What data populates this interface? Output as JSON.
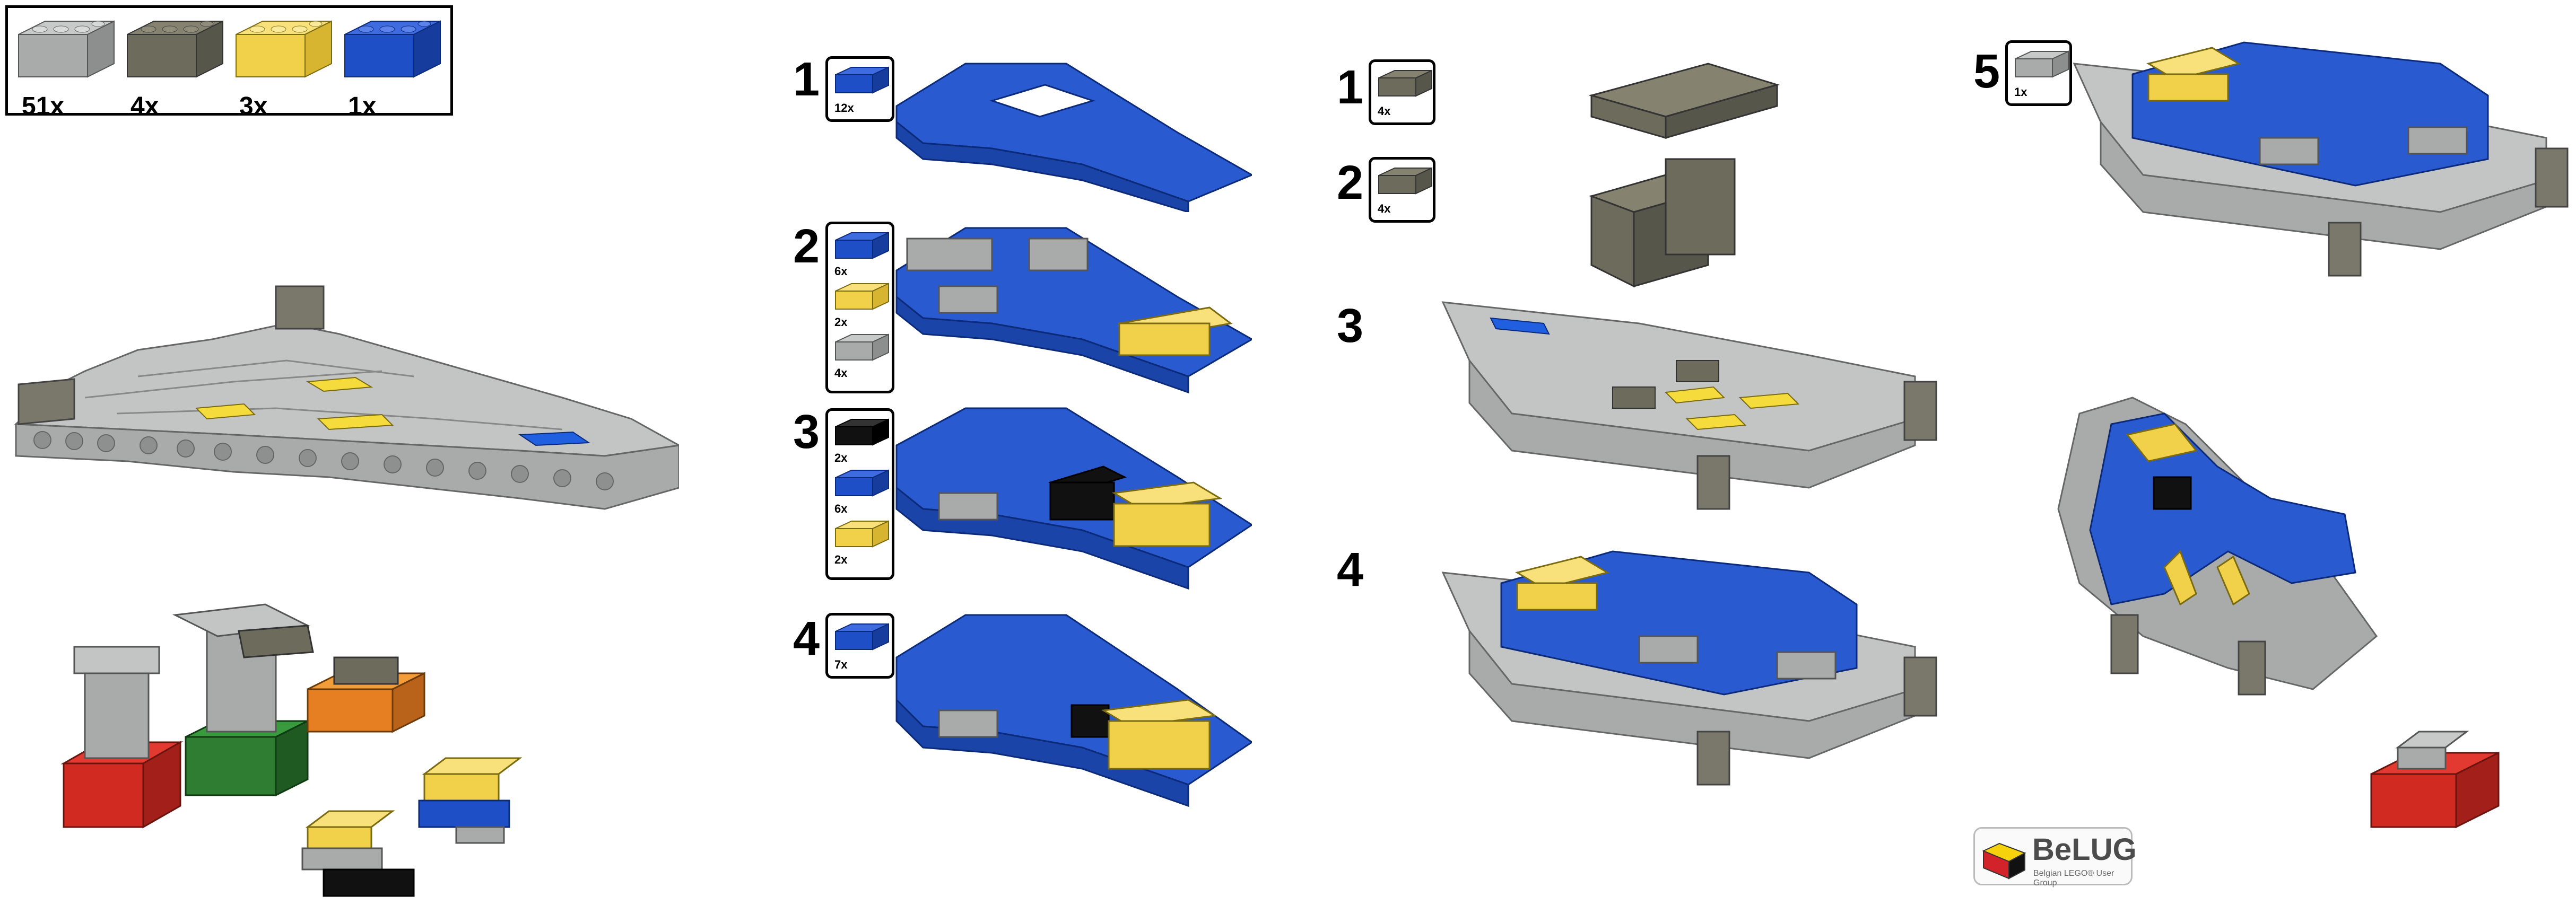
{
  "inventory": {
    "items": [
      {
        "count": "51x",
        "color": "#a9abab",
        "name": "light-gray-brick"
      },
      {
        "count": "4x",
        "color": "#6d6b5c",
        "name": "dark-gray-brick"
      },
      {
        "count": "3x",
        "color": "#f1d14a",
        "name": "yellow-brick"
      },
      {
        "count": "1x",
        "color": "#1f4fc7",
        "name": "blue-brick"
      }
    ]
  },
  "column_a": {
    "steps": [
      {
        "number": "1",
        "parts": [
          {
            "qty": "12x",
            "color": "#1f4fc7"
          }
        ]
      },
      {
        "number": "2",
        "parts": [
          {
            "qty": "6x",
            "color": "#1f4fc7"
          },
          {
            "qty": "2x",
            "color": "#f1d14a"
          },
          {
            "qty": "4x",
            "color": "#a9abab"
          }
        ]
      },
      {
        "number": "3",
        "parts": [
          {
            "qty": "2x",
            "color": "#111111"
          },
          {
            "qty": "6x",
            "color": "#1f4fc7"
          },
          {
            "qty": "2x",
            "color": "#f1d14a"
          }
        ]
      },
      {
        "number": "4",
        "parts": [
          {
            "qty": "7x",
            "color": "#1f4fc7"
          }
        ]
      }
    ]
  },
  "column_b": {
    "steps": [
      {
        "number": "1",
        "parts": [
          {
            "qty": "4x",
            "color": "#6d6b5c"
          }
        ]
      },
      {
        "number": "2",
        "parts": [
          {
            "qty": "4x",
            "color": "#6d6b5c"
          }
        ]
      },
      {
        "number": "3"
      },
      {
        "number": "4"
      }
    ]
  },
  "column_c": {
    "steps": [
      {
        "number": "5",
        "parts": [
          {
            "qty": "1x",
            "color": "#a9abab"
          }
        ]
      }
    ]
  },
  "logo": {
    "name": "BeLUG",
    "subtitle": "Belgian LEGO® User Group",
    "flag_colors": [
      "#111111",
      "#f5d20b",
      "#d2232a"
    ]
  },
  "colors": {
    "light_gray": "#a9abab",
    "dark_gray": "#6d6b5c",
    "yellow": "#f1d14a",
    "blue": "#1f4fc7",
    "black": "#111111",
    "red": "#d02a21",
    "green": "#2e7d32",
    "orange": "#e67e22"
  }
}
